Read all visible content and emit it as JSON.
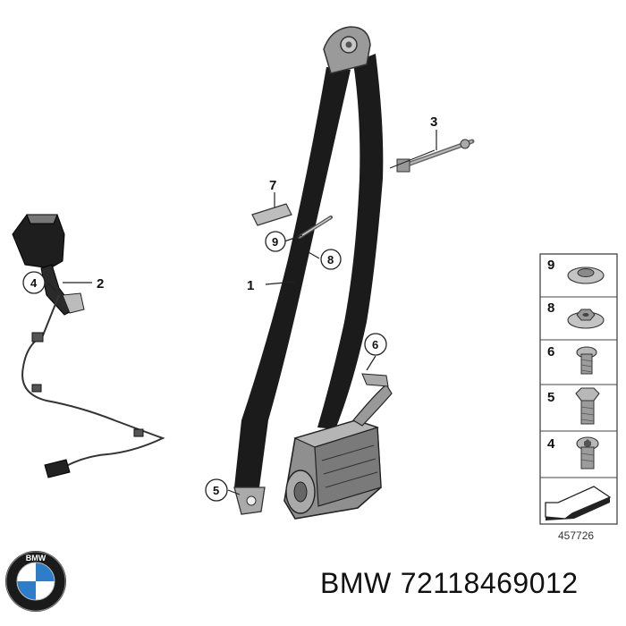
{
  "callouts": {
    "c1": "1",
    "c2": "2",
    "c3": "3",
    "c4": "4",
    "c5": "5",
    "c6": "6",
    "c7": "7",
    "c8": "8",
    "c9": "9"
  },
  "legend": {
    "items": [
      {
        "label": "9",
        "icon": "washer-nut-icon"
      },
      {
        "label": "8",
        "icon": "washer-nut-icon"
      },
      {
        "label": "6",
        "icon": "short-bolt-icon"
      },
      {
        "label": "5",
        "icon": "hex-bolt-icon"
      },
      {
        "label": "4",
        "icon": "torx-bolt-icon"
      }
    ],
    "ref_number": "457726"
  },
  "brand": {
    "name": "BMW",
    "part_number": "72118469012",
    "logo_text": "BMW"
  },
  "colors": {
    "belt": "#1b1b1b",
    "metal": "#8a8a8a",
    "line": "#222222",
    "brand_blue": "#2d7dc9"
  }
}
